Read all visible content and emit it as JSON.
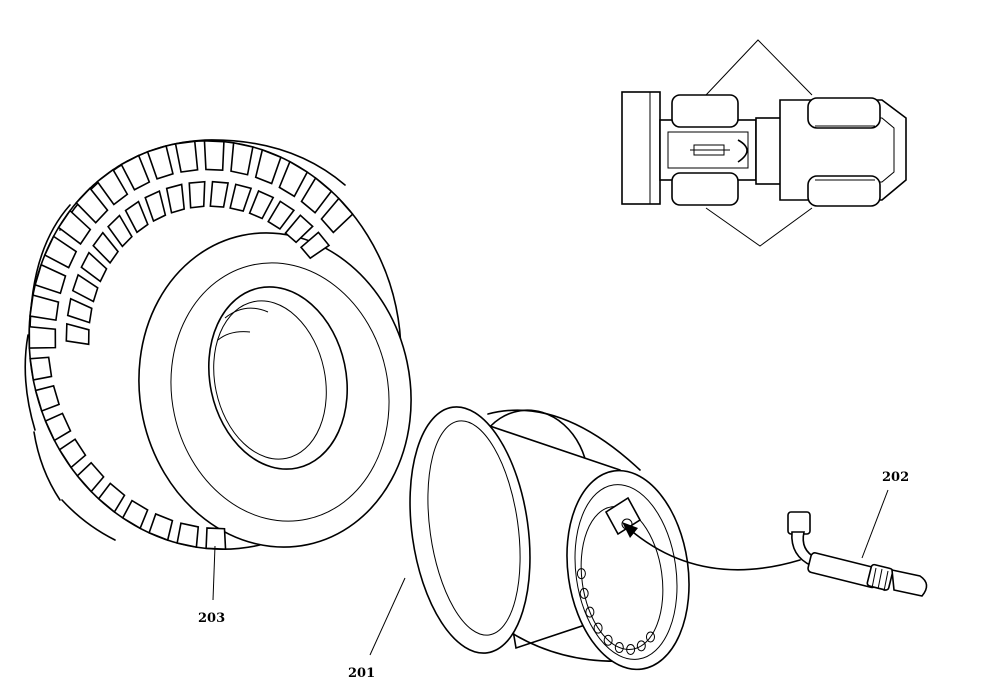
{
  "callouts": [
    {
      "id": "tire",
      "label": "203"
    },
    {
      "id": "rim",
      "label": "201"
    },
    {
      "id": "valve",
      "label": "202"
    }
  ]
}
